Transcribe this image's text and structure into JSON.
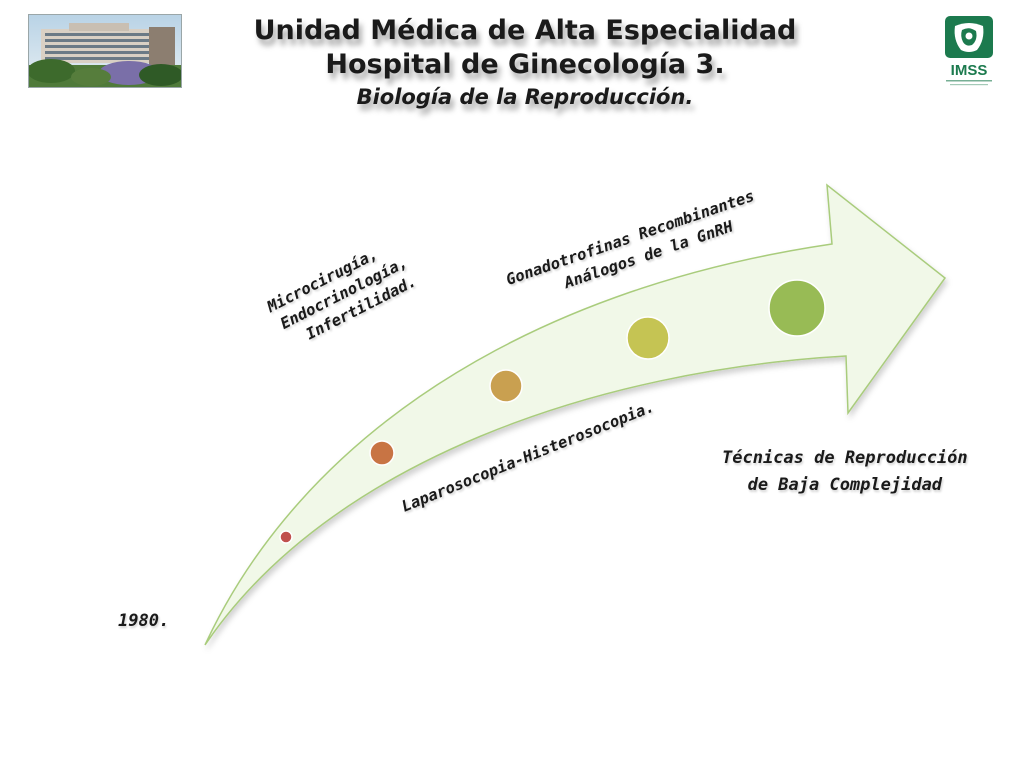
{
  "header": {
    "title_line1": "Unidad Médica de Alta Especialidad",
    "title_line2": "Hospital de Ginecología 3.",
    "subtitle": "Biología de la Reproducción.",
    "logo_text": "IMSS"
  },
  "icons": {
    "hospital_photo": "hospital-building-photo",
    "logo": "imss-logo-icon"
  },
  "colors": {
    "arrow_fill": "#f1f8e8",
    "arrow_stroke": "#a9cc7c",
    "logo_green": "#1c7a4e",
    "dots": [
      "#c0504d",
      "#c87444",
      "#c9a050",
      "#c5c453",
      "#98bb55"
    ]
  },
  "labels": {
    "year": "1980.",
    "micro_line1": "Microcirugía,",
    "micro_line2": "Endocrinología,",
    "micro_line3": "Infertilidad.",
    "gonado_line1": "Gonadotrofinas Recombinantes",
    "gonado_line2": "Análogos de la GnRH",
    "laparo": "Laparosocopia-Histerosocopia.",
    "tecnicas_line1": "Técnicas de Reproducción",
    "tecnicas_line2": "de Baja Complejidad"
  }
}
